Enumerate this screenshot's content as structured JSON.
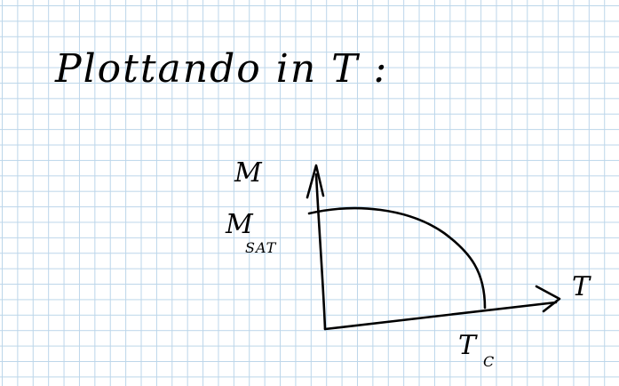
{
  "note": {
    "title": "Plottando in T :"
  },
  "diagram": {
    "y_axis_label": "M",
    "msat_label": "M",
    "msat_subscript": "SAT",
    "x_axis_label": "T",
    "tc_label": "T",
    "tc_subscript": "C"
  }
}
